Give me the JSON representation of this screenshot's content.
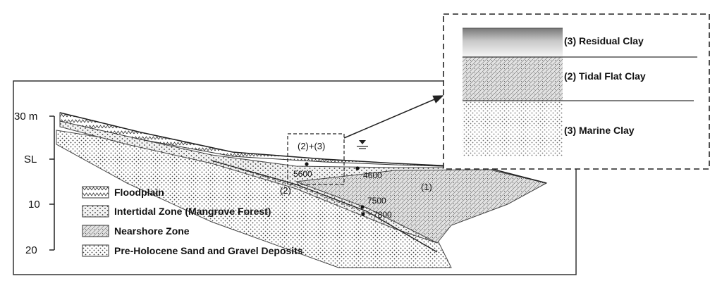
{
  "cross_section": {
    "axis": {
      "tick_labels": [
        "30 m",
        "SL",
        "10",
        "20"
      ]
    },
    "zone_labels": [
      "(2)+(3)",
      "(2)",
      "(1)"
    ],
    "ages": [
      "5600",
      "4600",
      "7500",
      "7800"
    ]
  },
  "legend": {
    "items": [
      {
        "label": "Floodplain",
        "pattern": "floodplain"
      },
      {
        "label": "Intertidal Zone (Mangrove Forest)",
        "pattern": "intertidal"
      },
      {
        "label": "Nearshore Zone",
        "pattern": "nearshore"
      },
      {
        "label": "Pre-Holocene Sand and Gravel Deposits",
        "pattern": "sand"
      }
    ]
  },
  "inset": {
    "layers": [
      {
        "label": "(3) Residual Clay"
      },
      {
        "label": "(2) Tidal Flat Clay"
      },
      {
        "label": "(3) Marine Clay"
      }
    ]
  }
}
